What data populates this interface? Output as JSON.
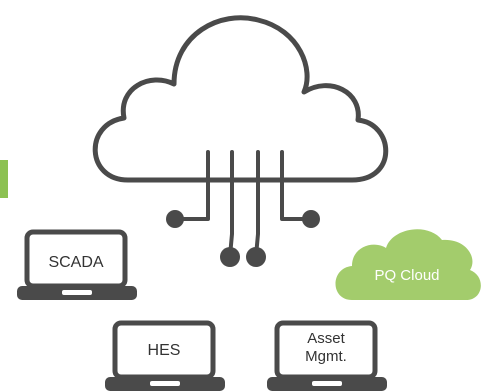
{
  "nodes": {
    "scada": {
      "label": "SCADA"
    },
    "hes": {
      "label": "HES"
    },
    "asset": {
      "label_line1": "Asset",
      "label_line2": "Mgmt."
    },
    "pq_cloud": {
      "label": "PQ Cloud"
    }
  },
  "colors": {
    "outline": "#4a4a4a",
    "accent_green": "#8cc152",
    "pq_cloud_fill": "#a3cc6c",
    "label_text": "#333333",
    "pq_label_text": "#ffffff"
  }
}
